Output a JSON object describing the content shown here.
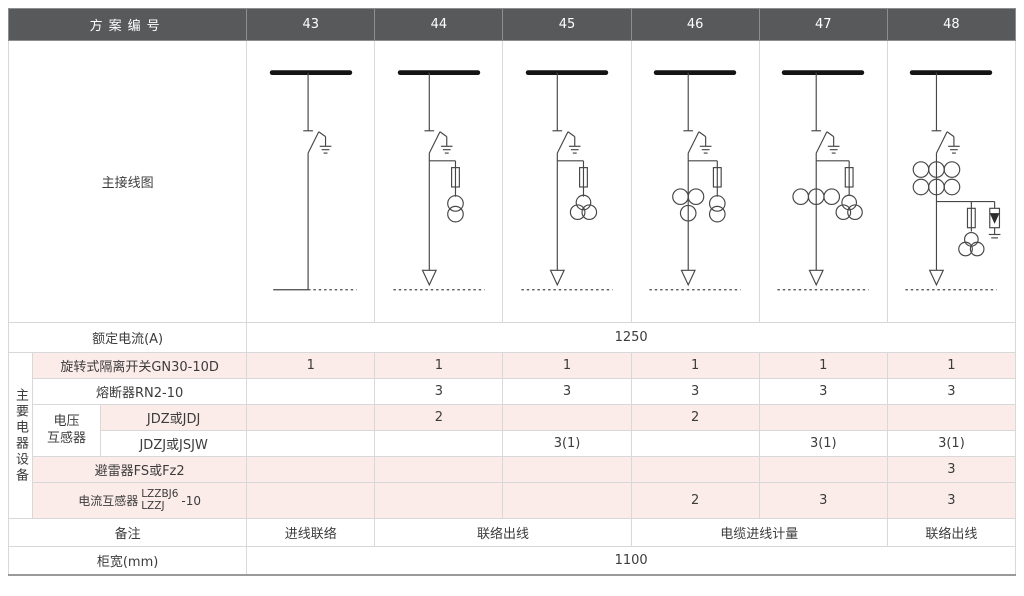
{
  "header": {
    "scheme_label": "方案编号",
    "schemes": [
      "43",
      "44",
      "45",
      "46",
      "47",
      "48"
    ]
  },
  "diagram_row": {
    "label": "主接线图"
  },
  "rated_current": {
    "label": "额定电流(A)",
    "value": "1250"
  },
  "equipment": {
    "group_label": "主要电器设备",
    "voltage_transformer_label": "电压\n互感器",
    "current_transformer": {
      "prefix": "电流互感器",
      "model_top": "LZZBJ6",
      "model_bottom": "LZZJ",
      "suffix": "-10"
    },
    "rows": [
      {
        "label": "旋转式隔离开关GN30-10D",
        "values": [
          "1",
          "1",
          "1",
          "1",
          "1",
          "1"
        ]
      },
      {
        "label": "熔断器RN2-10",
        "values": [
          "",
          "3",
          "3",
          "3",
          "3",
          "3"
        ]
      },
      {
        "label": "JDZ或JDJ",
        "values": [
          "",
          "2",
          "",
          "2",
          "",
          ""
        ]
      },
      {
        "label": "JDZJ或JSJW",
        "values": [
          "",
          "",
          "3(1)",
          "",
          "3(1)",
          "3(1)"
        ]
      },
      {
        "label": "避雷器FS或Fz2",
        "values": [
          "",
          "",
          "",
          "",
          "",
          "3"
        ]
      },
      {
        "label": "",
        "values": [
          "",
          "",
          "",
          "2",
          "3",
          "3"
        ]
      }
    ]
  },
  "remarks": {
    "label": "备注",
    "cells": [
      {
        "text": "进线联络"
      },
      {
        "text": "联络出线"
      },
      {
        "text": "电缆进线计量"
      },
      {
        "text": "联络出线"
      }
    ]
  },
  "cabinet_width": {
    "label": "柜宽(mm)",
    "value": "1100"
  }
}
